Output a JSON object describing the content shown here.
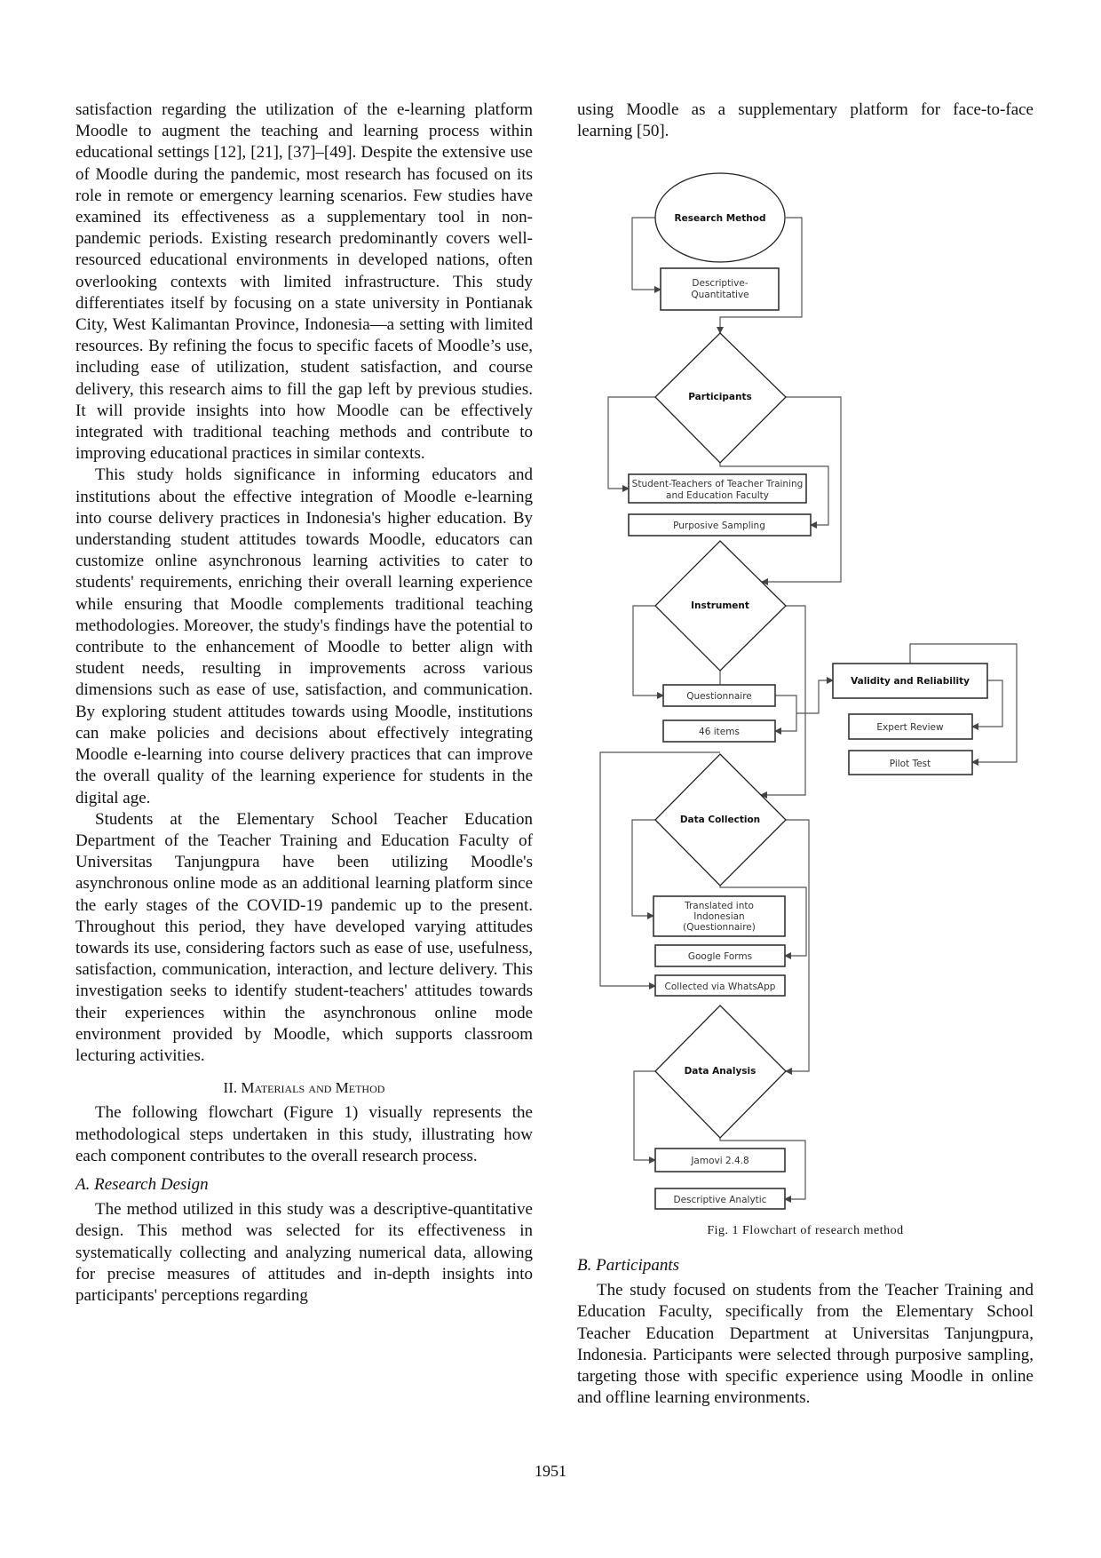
{
  "left_column": {
    "p1": "satisfaction regarding the utilization of the e-learning platform Moodle to augment the teaching and learning process within educational settings [12], [21], [37]–[49]. Despite the extensive use of Moodle during the pandemic, most research has focused on its role in remote or emergency learning scenarios. Few studies have examined its effectiveness as a supplementary tool in non-pandemic periods. Existing research predominantly covers well-resourced educational environments in developed nations, often overlooking contexts with limited infrastructure. This study differentiates itself by focusing on a state university in Pontianak City, West Kalimantan Province, Indonesia—a setting with limited resources. By refining the focus to specific facets of Moodle’s use, including ease of utilization, student satisfaction, and course delivery, this research aims to fill the gap left by previous studies. It will provide insights into how Moodle can be effectively integrated with traditional teaching methods and contribute to improving educational practices in similar contexts.",
    "p2": "This study holds significance in informing educators and institutions about the effective integration of Moodle e-learning into course delivery practices in Indonesia's higher education. By understanding student attitudes towards Moodle, educators can customize online asynchronous learning activities to cater to students' requirements, enriching their overall learning experience while ensuring that Moodle complements traditional teaching methodologies. Moreover, the study's findings have the potential to contribute to the enhancement of Moodle to better align with student needs, resulting in improvements across various dimensions such as ease of use, satisfaction, and communication. By exploring student attitudes towards using Moodle, institutions can make policies and decisions about effectively integrating Moodle e-learning into course delivery practices that can improve the overall quality of the learning experience for students in the digital age.",
    "p3": "Students at the Elementary School Teacher Education Department of the Teacher Training and Education Faculty of Universitas Tanjungpura have been utilizing Moodle's asynchronous online mode as an additional learning platform since the early stages of the COVID-19 pandemic up to the present. Throughout this period, they have developed varying attitudes towards its use, considering factors such as ease of use, usefulness, satisfaction, communication, interaction, and lecture delivery. This investigation seeks to identify student-teachers' attitudes towards their experiences within the asynchronous online mode environment provided by Moodle, which supports classroom lecturing activities.",
    "section_heading": "II. Materials and Method",
    "p4": "The following flowchart (Figure 1) visually represents the methodological steps undertaken in this study, illustrating how each component contributes to the overall research process.",
    "subsection_a": "A. Research Design",
    "p5": "The method utilized in this study was a descriptive-quantitative design. This method was selected for its effectiveness in systematically collecting and analyzing numerical data, allowing for precise measures of attitudes and in-depth insights into participants' perceptions regarding"
  },
  "right_column": {
    "p1": "using Moodle as a supplementary platform for face-to-face learning [50].",
    "subsection_b": "B. Participants",
    "p2": "The study focused on students from the Teacher Training and Education Faculty, specifically from the Elementary School Teacher Education Department at Universitas Tanjungpura, Indonesia. Participants were selected through purposive sampling, targeting those with specific experience using Moodle in online and offline learning environments."
  },
  "figure": {
    "caption": "Fig. 1  Flowchart of research method",
    "nodes": {
      "research_method": "Research Method",
      "descriptive_1": "Descriptive-",
      "descriptive_2": "Quantitative",
      "participants": "Participants",
      "student_teachers_1": "Student-Teachers of Teacher Training",
      "student_teachers_2": "and Education Faculty",
      "purposive_sampling": "Purposive Sampling",
      "instrument": "Instrument",
      "questionnaire": "Questionnaire",
      "items": "46 items",
      "validity": "Validity and Reliability",
      "expert_review": "Expert Review",
      "pilot_test": "Pilot Test",
      "data_collection": "Data Collection",
      "translated_1": "Translated into",
      "translated_2": "Indonesian",
      "translated_3": "(Questionnaire)",
      "google_forms": "Google Forms",
      "whatsapp": "Collected via WhatsApp",
      "data_analysis": "Data Analysis",
      "jamovi": "Jamovi 2.4.8",
      "descriptive_analytic": "Descriptive Analytic"
    }
  },
  "page_number": "1951"
}
